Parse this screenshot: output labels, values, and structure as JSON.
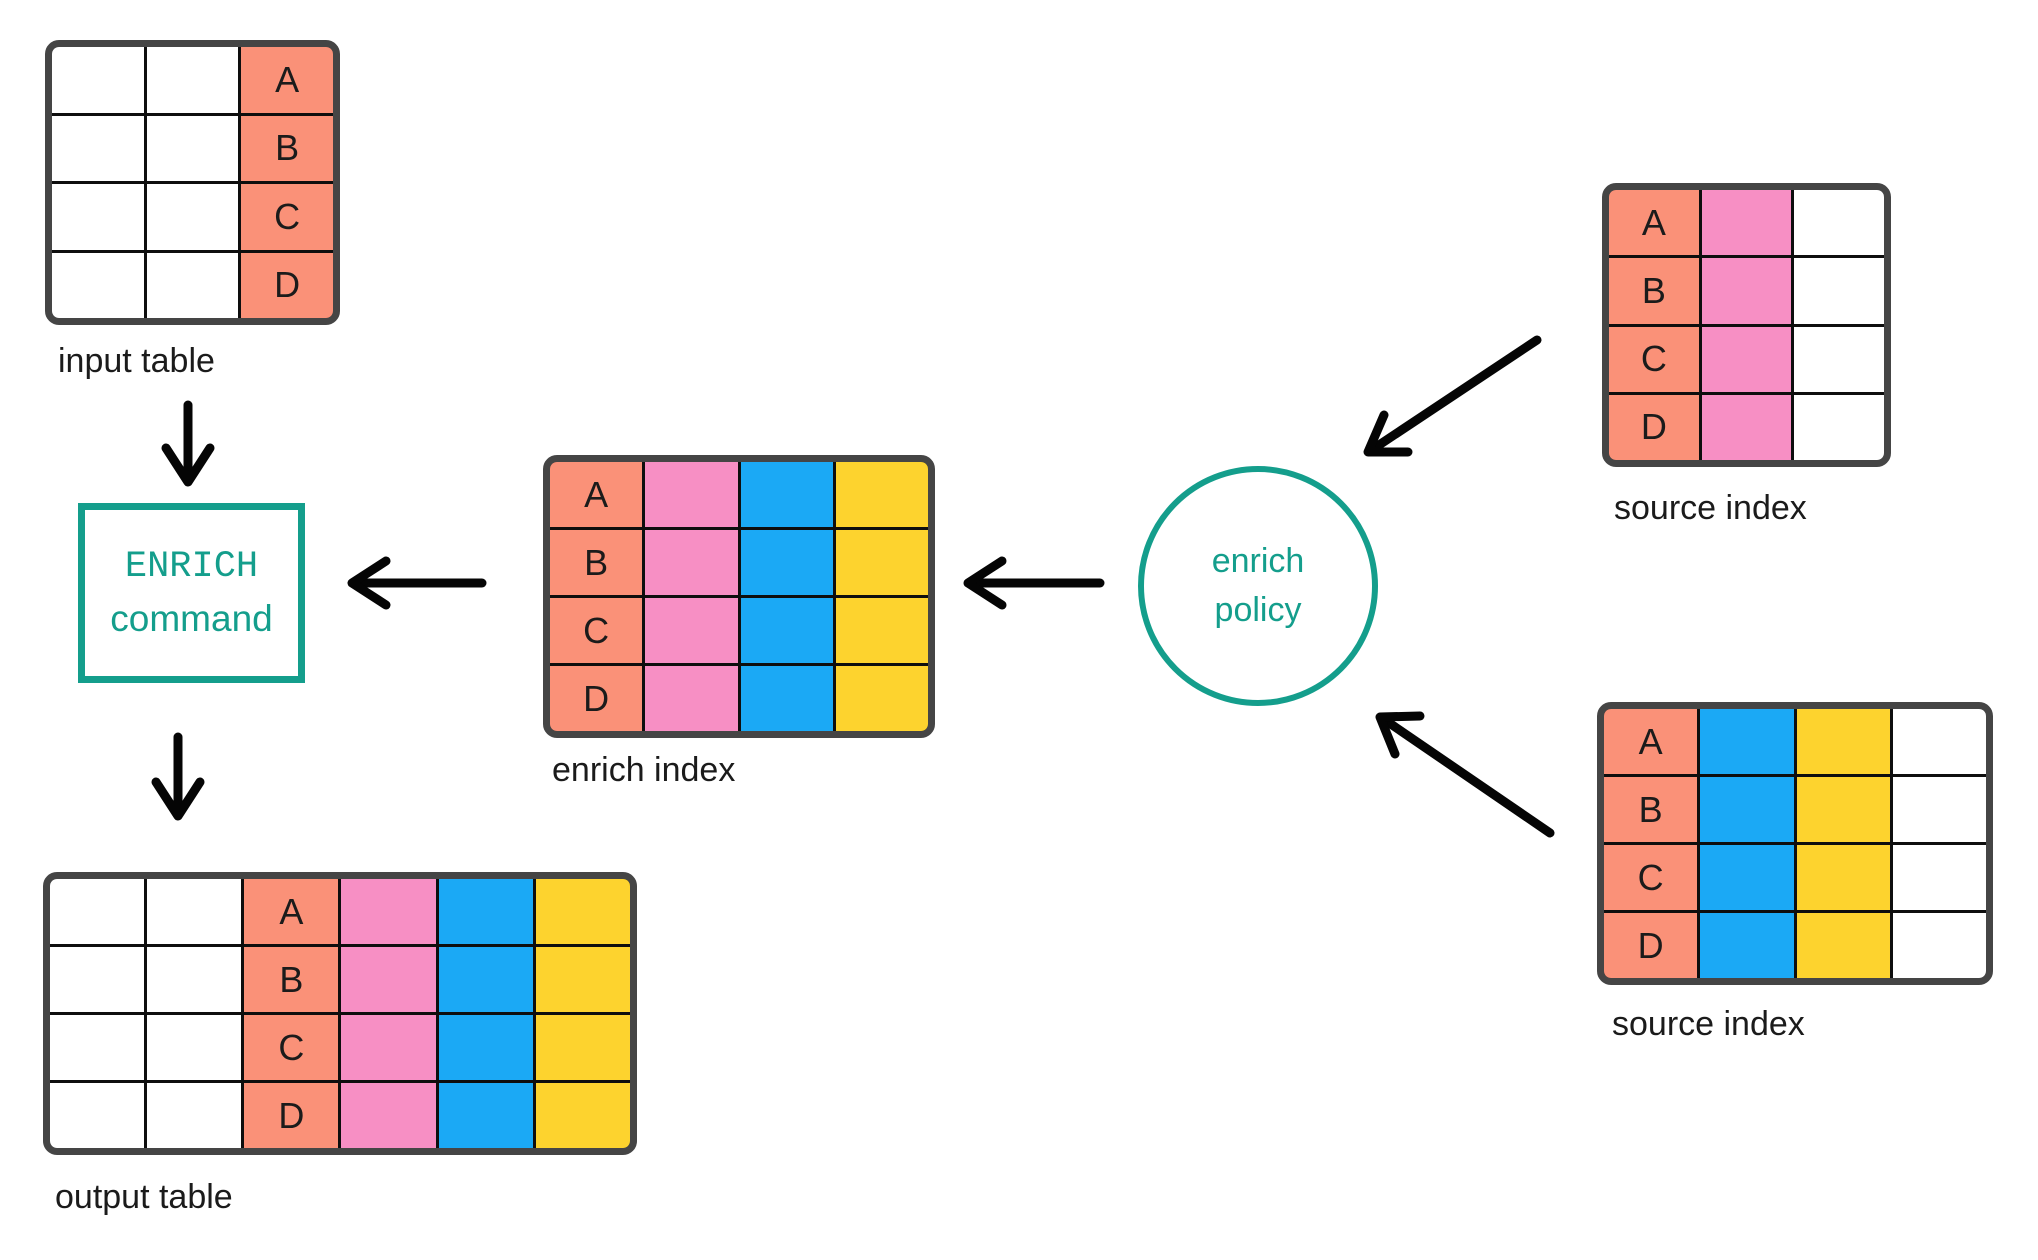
{
  "colors": {
    "white": "#FFFFFF",
    "salmon": "#FA9178",
    "pink": "#F78FC4",
    "blue": "#1BA9F5",
    "yellow": "#FDD32E",
    "teal": "#149E8C",
    "border_dark": "#454545",
    "grid_line": "#0E0E0E",
    "text": "#1B1B1B",
    "arrow": "#050505"
  },
  "nodes": {
    "input_table": {
      "label": "input table",
      "columns": [
        {
          "color": "white",
          "cells": [
            "",
            "",
            "",
            ""
          ]
        },
        {
          "color": "white",
          "cells": [
            "",
            "",
            "",
            ""
          ]
        },
        {
          "color": "salmon",
          "cells": [
            "A",
            "B",
            "C",
            "D"
          ]
        }
      ]
    },
    "enrich_command": {
      "line1": "ENRICH",
      "line2": "command"
    },
    "output_table": {
      "label": "output table",
      "columns": [
        {
          "color": "white",
          "cells": [
            "",
            "",
            "",
            ""
          ]
        },
        {
          "color": "white",
          "cells": [
            "",
            "",
            "",
            ""
          ]
        },
        {
          "color": "salmon",
          "cells": [
            "A",
            "B",
            "C",
            "D"
          ]
        },
        {
          "color": "pink",
          "cells": [
            "",
            "",
            "",
            ""
          ]
        },
        {
          "color": "blue",
          "cells": [
            "",
            "",
            "",
            ""
          ]
        },
        {
          "color": "yellow",
          "cells": [
            "",
            "",
            "",
            ""
          ]
        }
      ]
    },
    "enrich_index": {
      "label": "enrich index",
      "columns": [
        {
          "color": "salmon",
          "cells": [
            "A",
            "B",
            "C",
            "D"
          ]
        },
        {
          "color": "pink",
          "cells": [
            "",
            "",
            "",
            ""
          ]
        },
        {
          "color": "blue",
          "cells": [
            "",
            "",
            "",
            ""
          ]
        },
        {
          "color": "yellow",
          "cells": [
            "",
            "",
            "",
            ""
          ]
        }
      ]
    },
    "enrich_policy": {
      "line1": "enrich",
      "line2": "policy"
    },
    "source_index_top": {
      "label": "source index",
      "columns": [
        {
          "color": "salmon",
          "cells": [
            "A",
            "B",
            "C",
            "D"
          ]
        },
        {
          "color": "pink",
          "cells": [
            "",
            "",
            "",
            ""
          ]
        },
        {
          "color": "white",
          "cells": [
            "",
            "",
            "",
            ""
          ]
        }
      ]
    },
    "source_index_bottom": {
      "label": "source index",
      "columns": [
        {
          "color": "salmon",
          "cells": [
            "A",
            "B",
            "C",
            "D"
          ]
        },
        {
          "color": "blue",
          "cells": [
            "",
            "",
            "",
            ""
          ]
        },
        {
          "color": "yellow",
          "cells": [
            "",
            "",
            "",
            ""
          ]
        },
        {
          "color": "white",
          "cells": [
            "",
            "",
            "",
            ""
          ]
        }
      ]
    }
  },
  "arrows": [
    {
      "name": "input-table-to-enrich-command",
      "from": "input table",
      "to": "ENRICH command"
    },
    {
      "name": "enrich-command-to-output-table",
      "from": "ENRICH command",
      "to": "output table"
    },
    {
      "name": "enrich-index-to-enrich-command",
      "from": "enrich index",
      "to": "ENRICH command"
    },
    {
      "name": "enrich-policy-to-enrich-index",
      "from": "enrich policy",
      "to": "enrich index"
    },
    {
      "name": "source-index-top-to-enrich-policy",
      "from": "source index (top)",
      "to": "enrich policy"
    },
    {
      "name": "source-index-bottom-to-enrich-policy",
      "from": "source index (bottom)",
      "to": "enrich policy"
    }
  ]
}
